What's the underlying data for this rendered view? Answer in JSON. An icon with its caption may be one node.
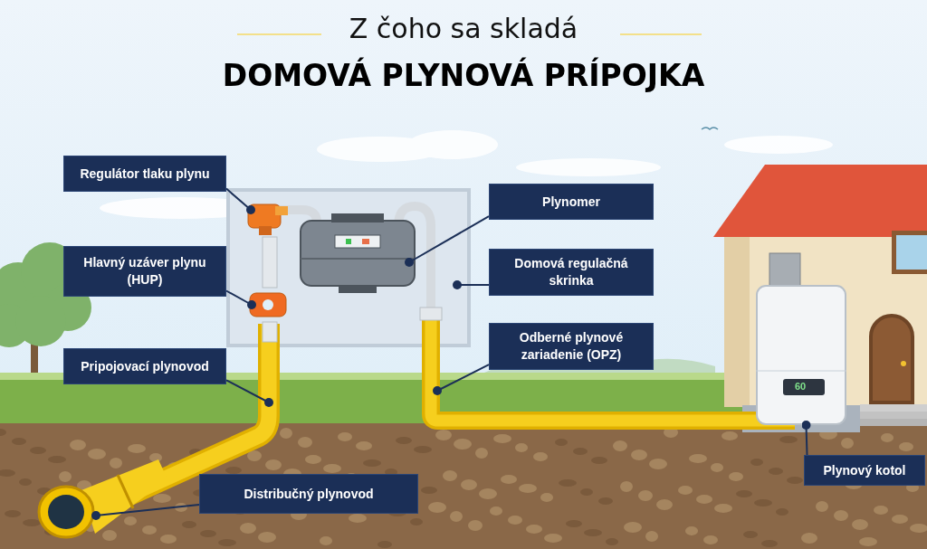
{
  "diagram": {
    "title": "DOMOVÁ PLYNOVÁ PRÍPOJKA",
    "nodes": [
      {
        "text": [
          "Regulátor tlaku plynu"
        ]
      },
      {
        "text": [
          "Hlavný uzáver plynu (HUP)"
        ]
      },
      {
        "text": [
          "Pripojovací plynovod"
        ]
      },
      {
        "text": [
          "Plynomer"
        ]
      },
      {
        "text": [
          "Domová regulačná skrinka"
        ]
      },
      {
        "text": [
          "Odberné plynové zariadenie (OPZ)"
        ]
      },
      {
        "text": [
          "Distribučný plynovod"
        ]
      },
      {
        "text": [
          "Plynový kotol"
        ]
      },
      {
        "text": [
          "60"
        ]
      }
    ],
    "edges": [
      {
        "from": 0,
        "to": null,
        "arrow": "other"
      },
      {
        "from": 1,
        "to": null,
        "arrow": "other"
      },
      {
        "from": 2,
        "to": null,
        "arrow": "other"
      },
      {
        "from": 3,
        "to": null,
        "arrow": "other"
      },
      {
        "from": 4,
        "to": null,
        "arrow": "other"
      },
      {
        "from": 5,
        "to": null,
        "arrow": "other"
      },
      {
        "from": 6,
        "to": null,
        "arrow": "other"
      },
      {
        "from": 7,
        "to": 8,
        "arrow": "other"
      }
    ],
    "labels": [
      "Z čoho sa skladá"
    ]
  }
}
